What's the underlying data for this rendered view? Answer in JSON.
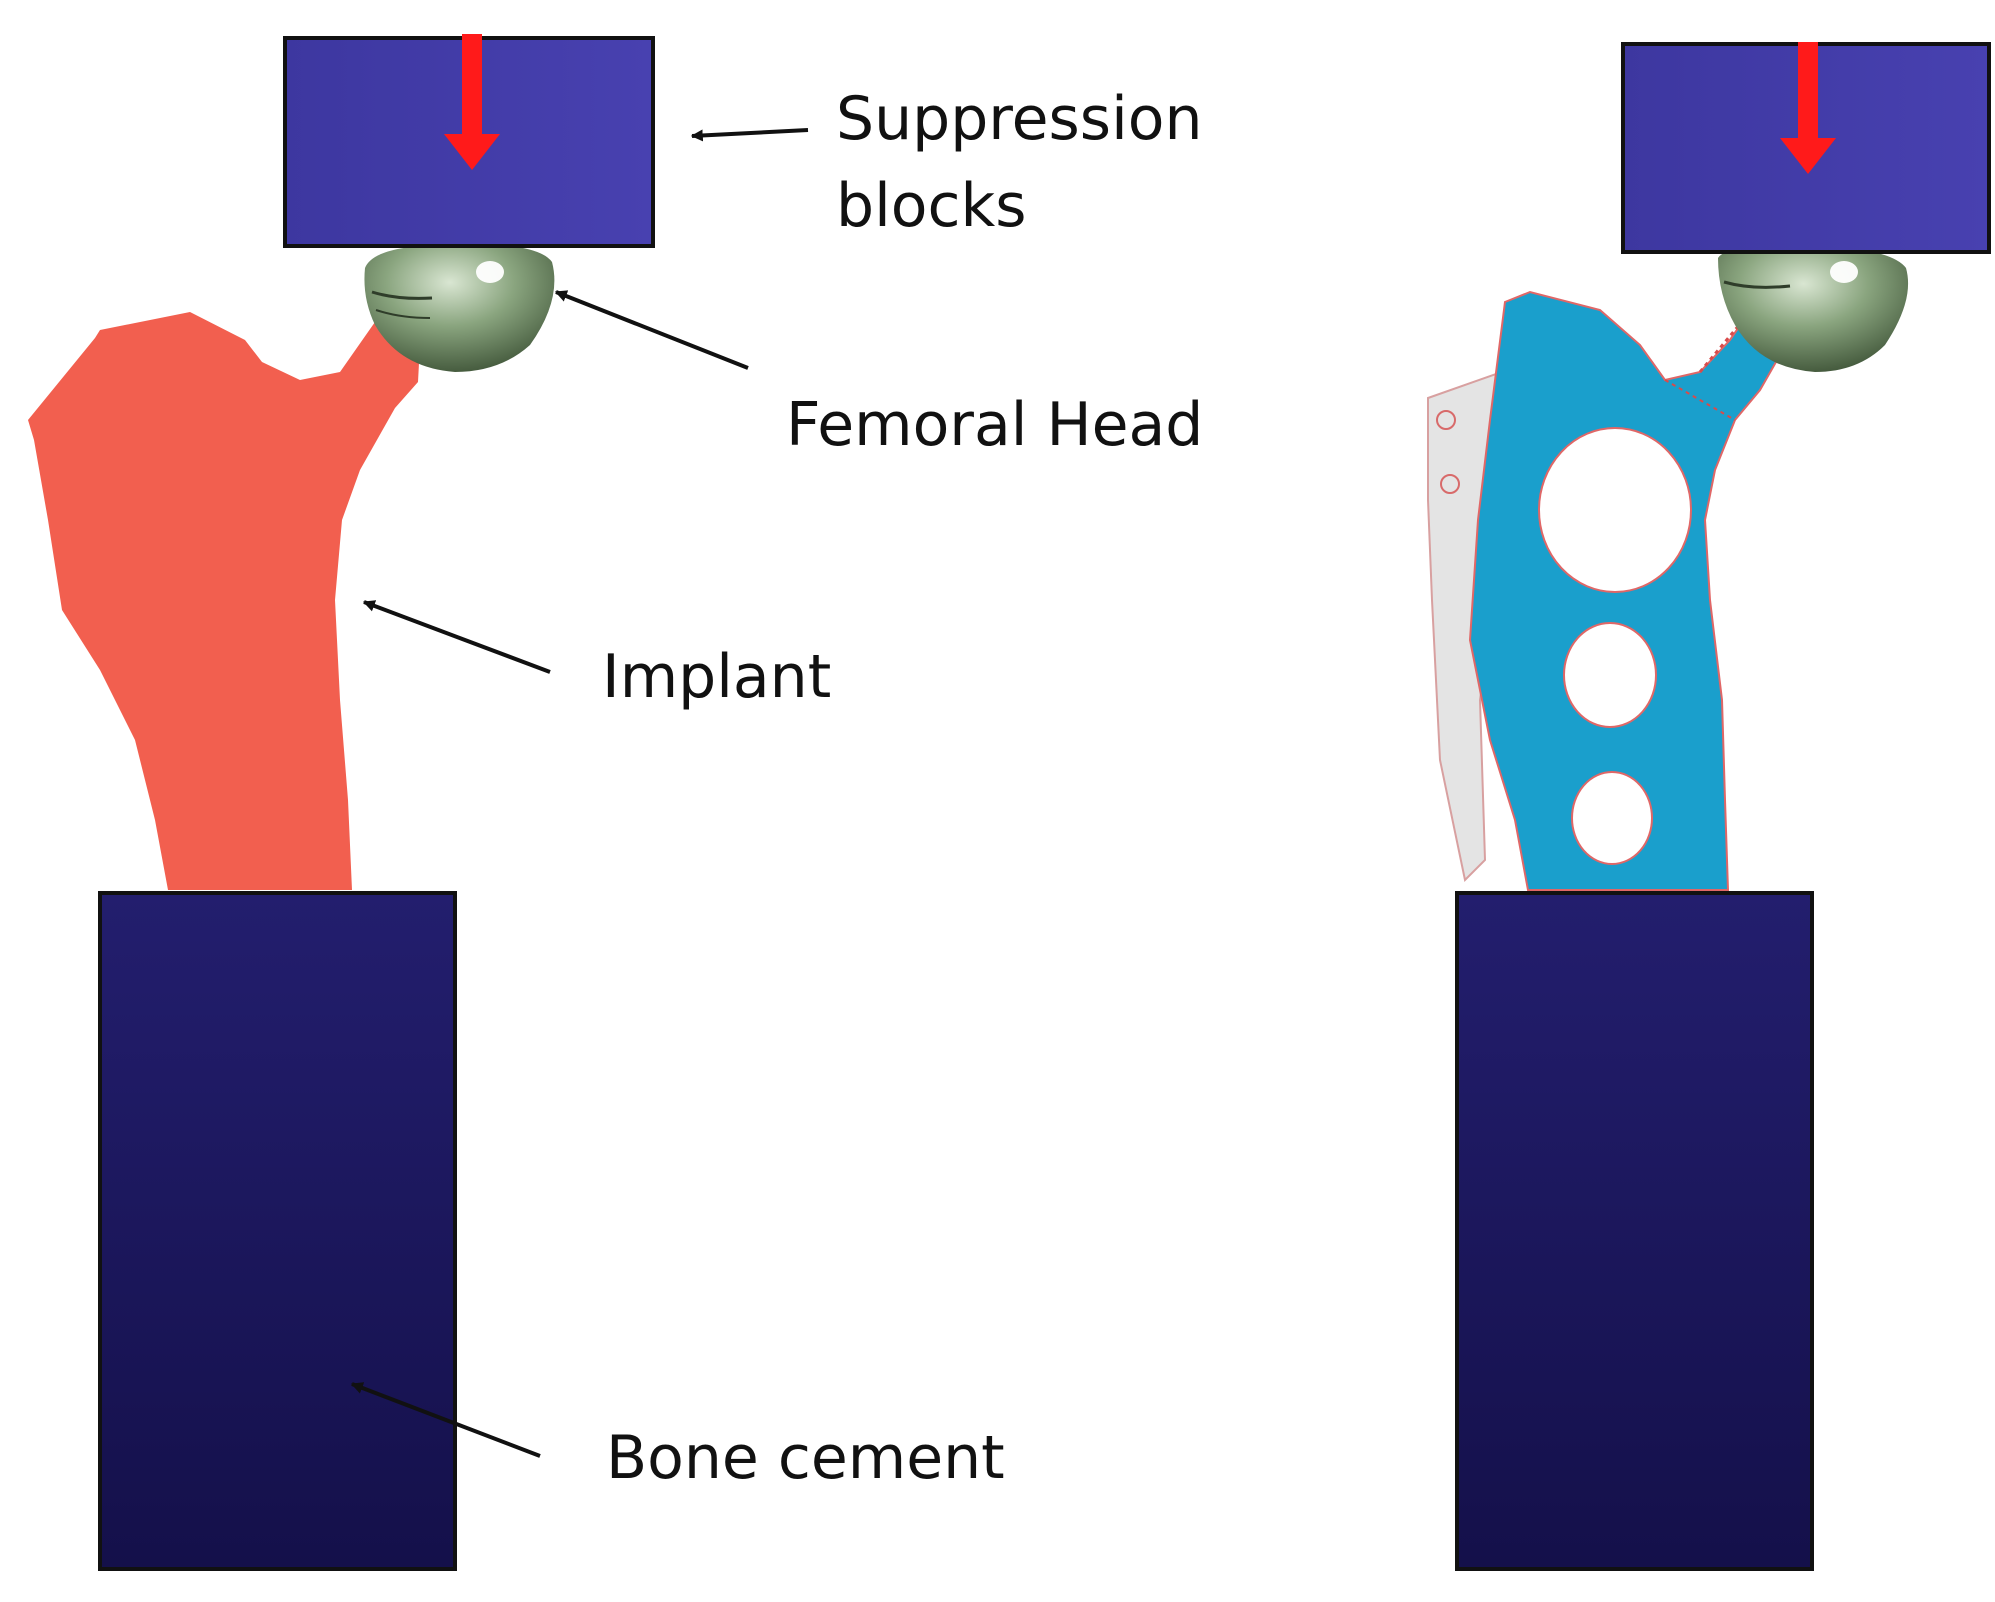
{
  "labels": {
    "suppression_blocks_line1": "Suppression",
    "suppression_blocks_line2": "blocks",
    "femoral_head": "Femoral Head",
    "implant": "Implant",
    "bone_cement": "Bone cement"
  },
  "colors": {
    "suppression_block": "#3f3aa6",
    "bone_cement_block": "#1e1a6a",
    "implant_solid": "#f25f4f",
    "implant_lattice": "#1a9fcc",
    "femoral_head": "#7e9a74",
    "load_arrow": "#ff1a1a",
    "annotation": "#111111"
  },
  "panels": [
    {
      "name": "solid-implant-model",
      "implant_fill": "solid"
    },
    {
      "name": "porous-implant-model",
      "implant_fill": "lattice-with-holes"
    }
  ]
}
